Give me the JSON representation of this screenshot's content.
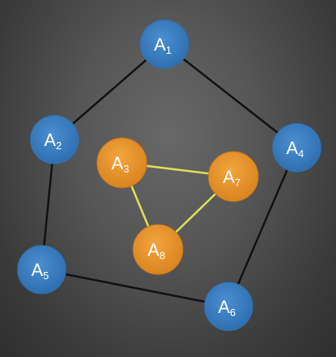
{
  "colors": {
    "outer_node": "#3a7dc0",
    "outer_node_stroke": "#3371b0",
    "inner_node": "#e8962f",
    "inner_node_stroke": "#c9781a",
    "outer_edge": "#111111",
    "inner_edge": "#e4e05a",
    "label": "#ffffff"
  },
  "nodes": [
    {
      "id": "A1",
      "letter": "A",
      "index": "1",
      "group": "outer"
    },
    {
      "id": "A2",
      "letter": "A",
      "index": "2",
      "group": "outer"
    },
    {
      "id": "A4",
      "letter": "A",
      "index": "4",
      "group": "outer"
    },
    {
      "id": "A5",
      "letter": "A",
      "index": "5",
      "group": "outer"
    },
    {
      "id": "A6",
      "letter": "A",
      "index": "6",
      "group": "outer"
    },
    {
      "id": "A3",
      "letter": "A",
      "index": "3",
      "group": "inner"
    },
    {
      "id": "A7",
      "letter": "A",
      "index": "7",
      "group": "inner"
    },
    {
      "id": "A8",
      "letter": "A",
      "index": "8",
      "group": "inner"
    }
  ],
  "edges": [
    {
      "from": "A1",
      "to": "A2",
      "group": "outer"
    },
    {
      "from": "A1",
      "to": "A4",
      "group": "outer"
    },
    {
      "from": "A2",
      "to": "A5",
      "group": "outer"
    },
    {
      "from": "A4",
      "to": "A6",
      "group": "outer"
    },
    {
      "from": "A5",
      "to": "A6",
      "group": "outer"
    },
    {
      "from": "A3",
      "to": "A7",
      "group": "inner"
    },
    {
      "from": "A3",
      "to": "A8",
      "group": "inner"
    },
    {
      "from": "A7",
      "to": "A8",
      "group": "inner"
    }
  ]
}
